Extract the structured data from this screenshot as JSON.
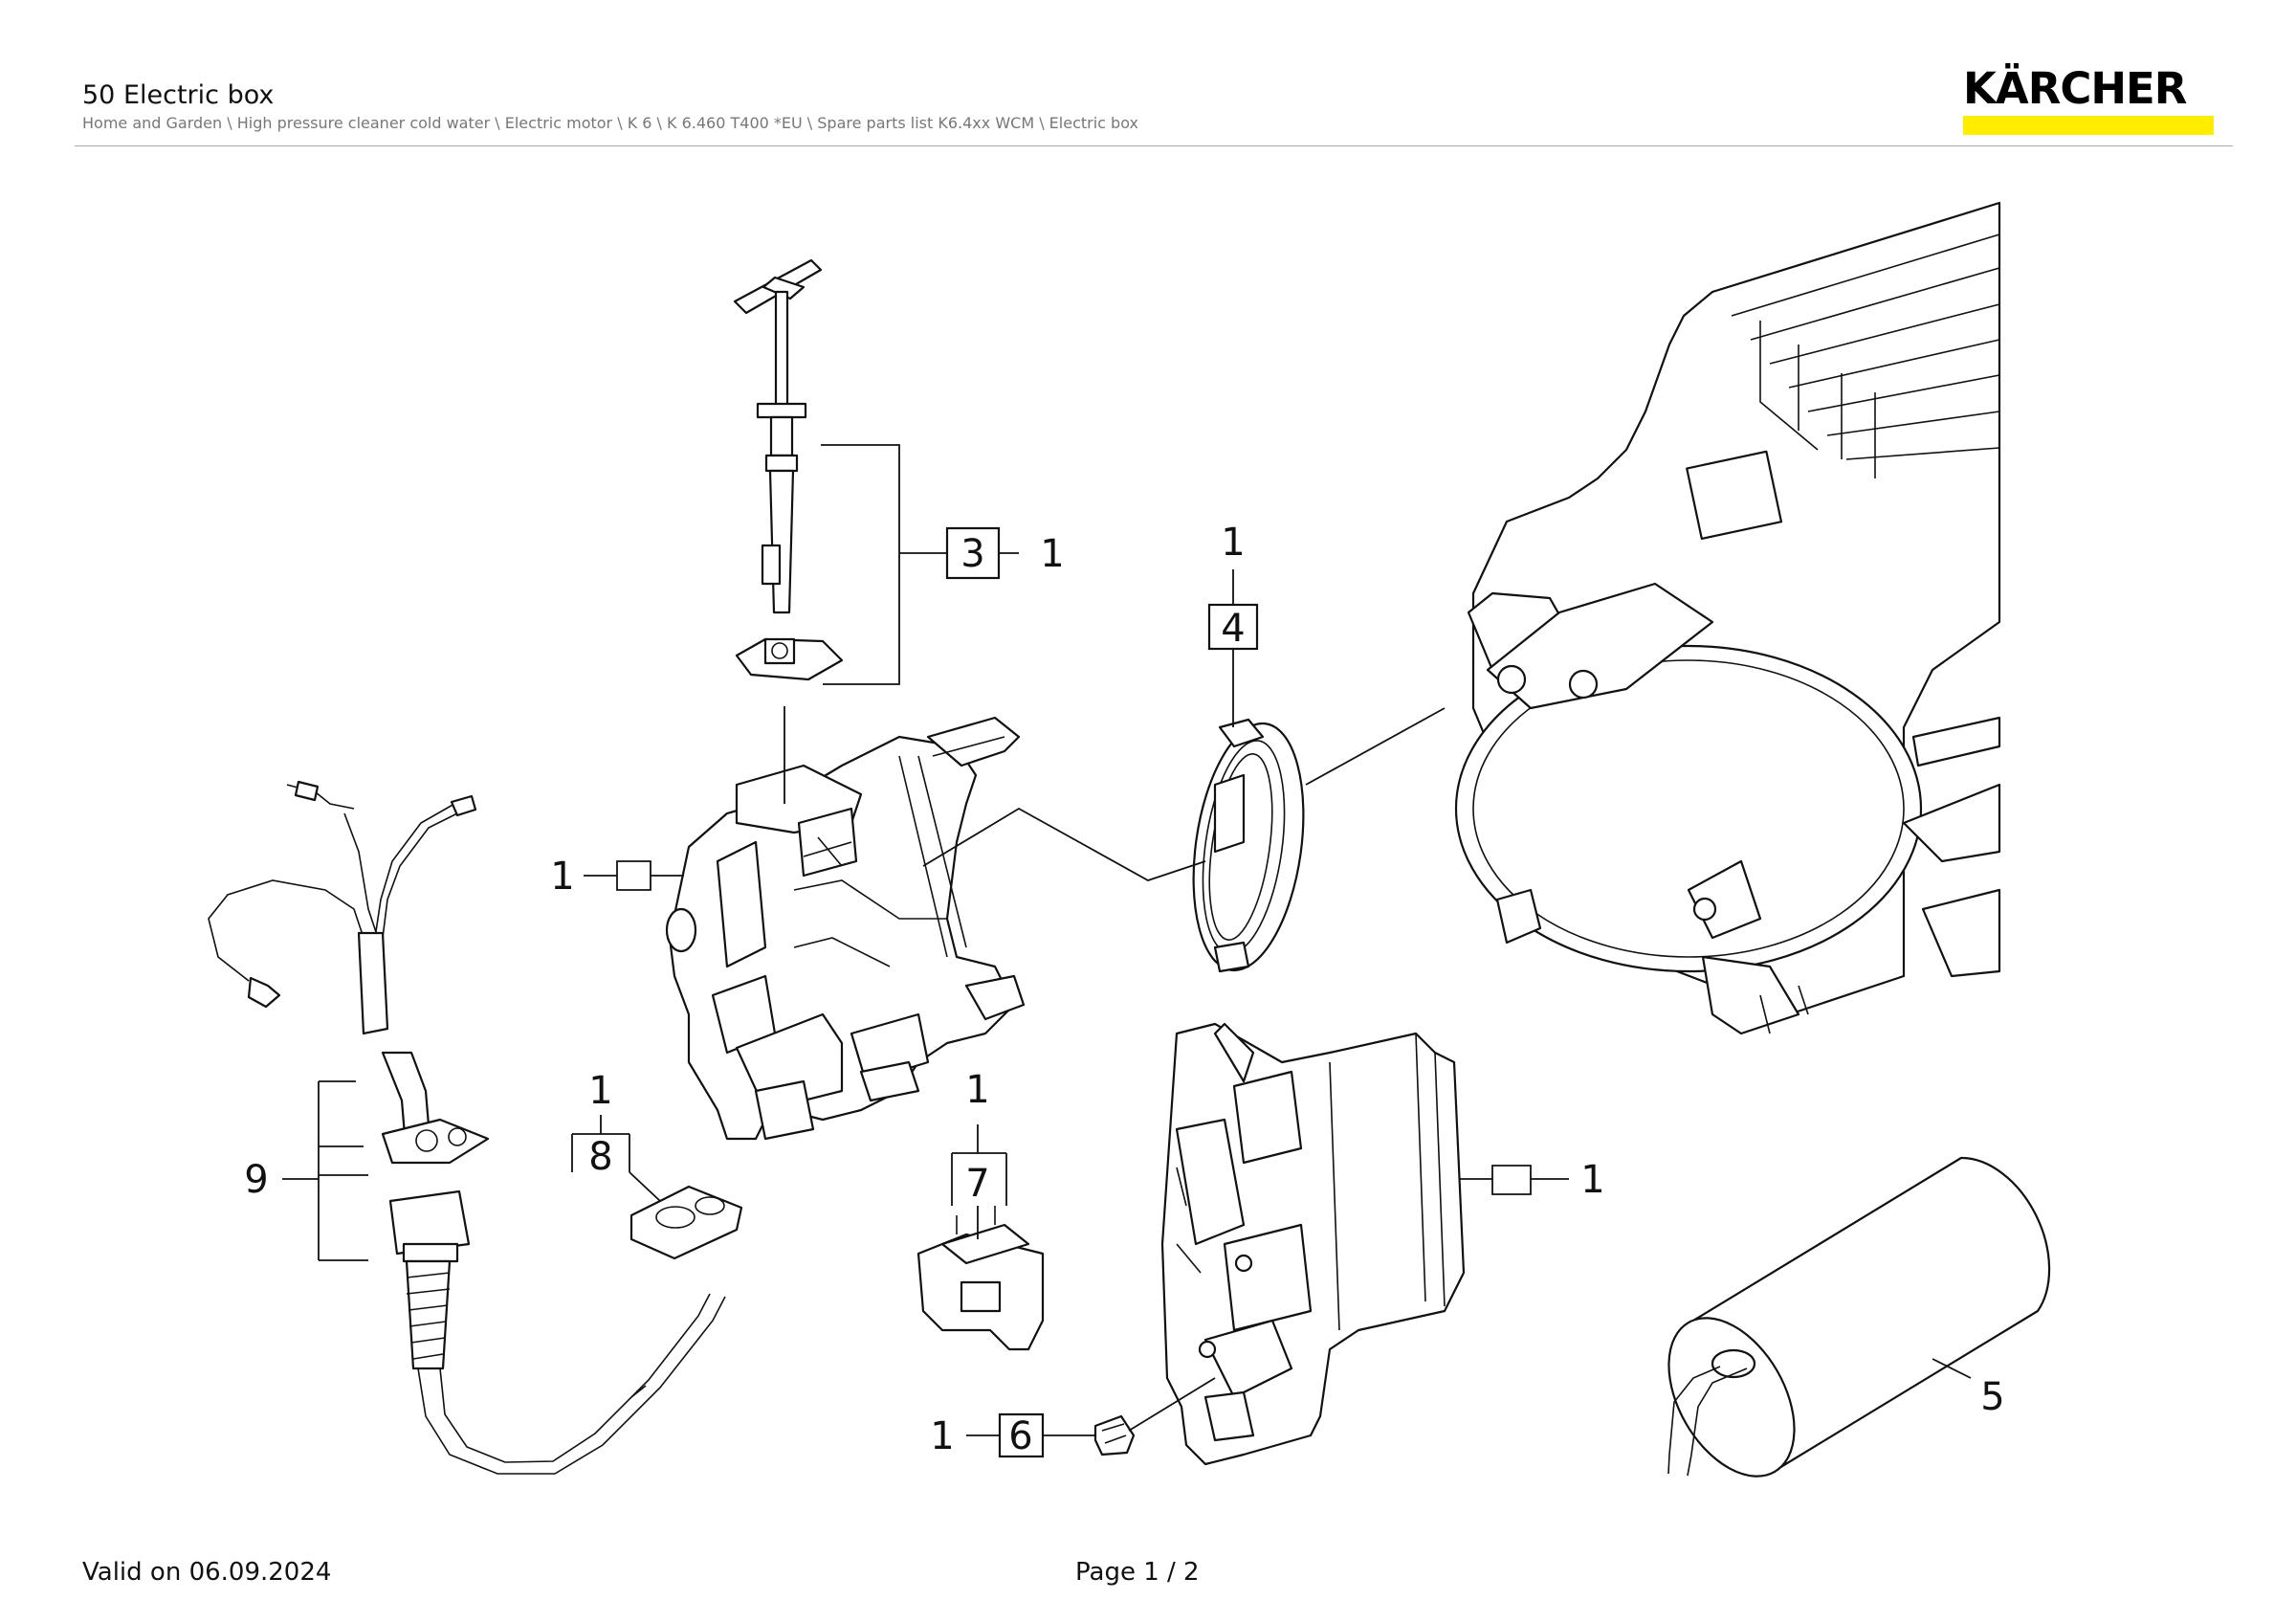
{
  "header": {
    "title": "50 Electric box",
    "breadcrumb": "Home and Garden \\ High pressure cleaner cold water \\ Electric motor \\ K 6 \\ K 6.460 T400 *EU \\ Spare parts list K6.4xx WCM \\ Electric box",
    "logo_text": "KÄRCHER",
    "logo_bar_color": "#FFED00"
  },
  "diagram": {
    "callouts": {
      "part3": "3",
      "part3_qty": "1",
      "part4": "4",
      "part4_qty": "1",
      "part1_left": "1",
      "part8": "8",
      "part8_qty": "1",
      "part7": "7",
      "part7_qty": "1",
      "part9": "9",
      "part1_right": "1",
      "part6": "6",
      "part6_qty": "1",
      "part5": "5"
    }
  },
  "footer": {
    "valid_on": "Valid on 06.09.2024",
    "page": "Page 1 / 2"
  }
}
